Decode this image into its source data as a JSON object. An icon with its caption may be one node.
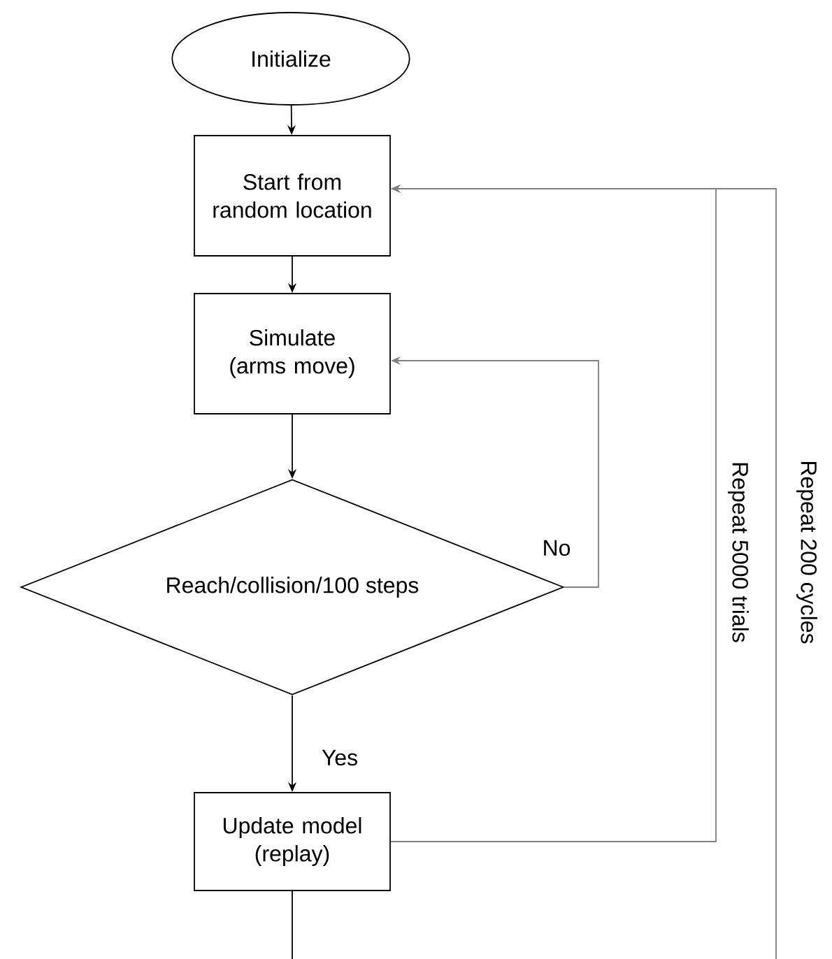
{
  "diagram": {
    "nodes": [
      {
        "text": [
          "Initialize"
        ]
      },
      {
        "text": [
          "Start from random location"
        ]
      },
      {
        "text": [
          "Simulate (arms move)"
        ]
      },
      {
        "text": [
          "Reach/collision/100 steps"
        ]
      },
      {
        "text": [
          "Update model (replay)"
        ]
      }
    ],
    "edges": [
      {
        "from": 0,
        "to": 1,
        "arrow": "to"
      },
      {
        "from": 1,
        "to": 2,
        "arrow": "to"
      },
      {
        "from": 2,
        "to": 3,
        "arrow": "to"
      },
      {
        "from": 3,
        "to": 2,
        "arrow": "to",
        "label": "No",
        "color": "#808080"
      },
      {
        "from": 3,
        "to": 4,
        "arrow": "to",
        "label": "Yes"
      },
      {
        "from": 4,
        "to": 1,
        "arrow": "to",
        "label": "Repeat 5000 trials",
        "color": "#808080"
      },
      {
        "from": null,
        "to": 1,
        "arrow": "to",
        "label": "Repeat 200 cycles",
        "color": "#808080"
      },
      {
        "from": 4,
        "to": null,
        "arrow": "none"
      }
    ]
  }
}
